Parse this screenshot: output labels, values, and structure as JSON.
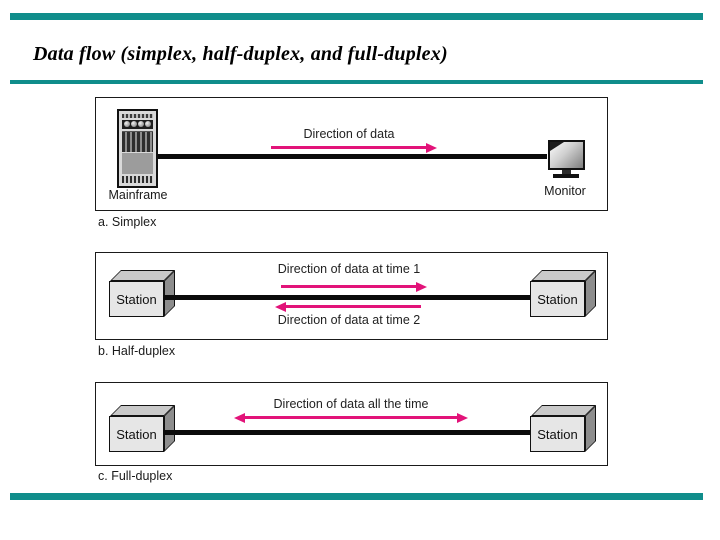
{
  "slide": {
    "title": "Data flow (simplex, half-duplex, and full-duplex)"
  },
  "colors": {
    "accent": "#108D8B",
    "arrow": "#E21379"
  },
  "panels": [
    {
      "id": "simplex",
      "caption": "a. Simplex",
      "left_device": "Mainframe",
      "right_device": "Monitor",
      "flows": [
        {
          "label": "Direction of data",
          "direction": "right"
        }
      ]
    },
    {
      "id": "half-duplex",
      "caption": "b. Half-duplex",
      "left_device": "Station",
      "right_device": "Station",
      "flows": [
        {
          "label": "Direction of data at time 1",
          "direction": "right"
        },
        {
          "label": "Direction of data at time 2",
          "direction": "left"
        }
      ]
    },
    {
      "id": "full-duplex",
      "caption": "c. Full-duplex",
      "left_device": "Station",
      "right_device": "Station",
      "flows": [
        {
          "label": "Direction of data all the time",
          "direction": "both"
        }
      ]
    }
  ]
}
